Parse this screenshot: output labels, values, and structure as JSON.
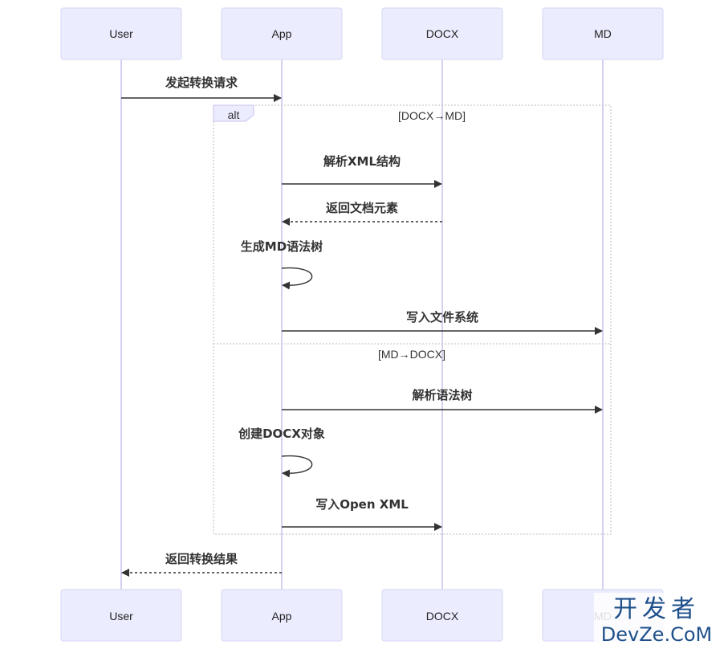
{
  "actors": [
    "User",
    "App",
    "DOCX",
    "MD"
  ],
  "alt": {
    "label": "alt",
    "condition1": "[DOCX→MD]",
    "condition2": "[MD→DOCX]"
  },
  "messages": {
    "m1": "发起转换请求",
    "m2": "解析XML结构",
    "m3": "返回文档元素",
    "m4": "生成MD语法树",
    "m5": "写入文件系统",
    "m6": "解析语法树",
    "m7": "创建DOCX对象",
    "m8": "写入Open XML",
    "m9": "返回转换结果"
  },
  "watermark": {
    "cn": "开发者",
    "en": "DevZe.CoM"
  }
}
